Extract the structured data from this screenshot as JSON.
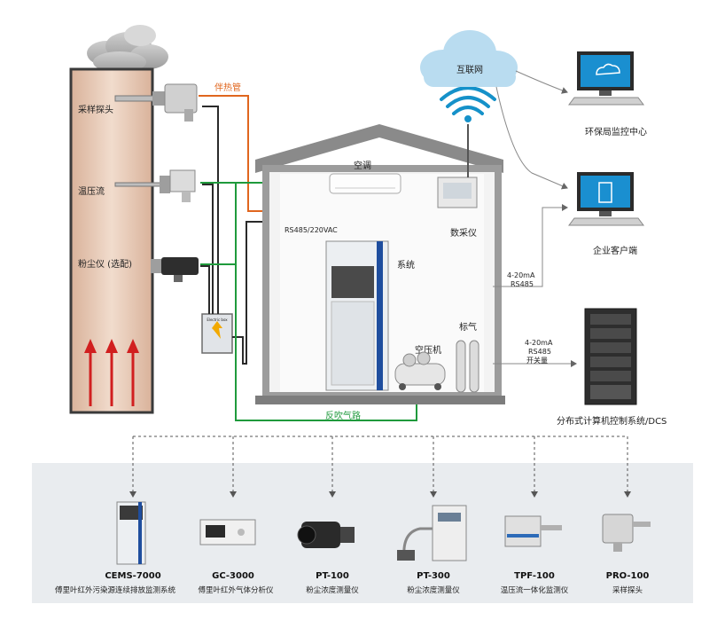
{
  "labels": {
    "probe": "采样探头",
    "temp_pressure_flow": "温压流",
    "dust_meter": "粉尘仪 (选配)",
    "heat_tube": "伴热管",
    "electric_box": "Electric box",
    "rs485_220": "RS485/220VAC",
    "aircon": "空调",
    "system": "系统",
    "compressor": "空压机",
    "std_gas": "标气",
    "daq": "数采仪",
    "backflush": "反吹气路",
    "internet": "互联网",
    "epa_center": "环保局监控中心",
    "enterprise_client": "企业客户端",
    "link_1_a": "4-20mA",
    "link_1_b": "RS485",
    "link_2_a": "4-20mA",
    "link_2_b": "RS485",
    "link_2_c": "开关量",
    "dcs": "分布式计算机控制系统/DCS"
  },
  "products": [
    {
      "name": "CEMS-7000",
      "desc": "傅里叶红外污染源连续排放监测系统"
    },
    {
      "name": "GC-3000",
      "desc": "傅里叶红外气体分析仪"
    },
    {
      "name": "PT-100",
      "desc": "粉尘浓度测量仪"
    },
    {
      "name": "PT-300",
      "desc": "粉尘浓度测量仪"
    },
    {
      "name": "TPF-100",
      "desc": "温压流一体化监测仪"
    },
    {
      "name": "PRO-100",
      "desc": "采样探头"
    }
  ],
  "colors": {
    "stack": "#e8c9b5",
    "heat_tube": "#e0661e",
    "backflush": "#1f9a3c",
    "house_roof": "#8a8a8a",
    "cloud": "#b9dcf0",
    "panel_bg": "#e9ecef",
    "arrow_up": "#d11f1f",
    "wifi": "#1591c9"
  }
}
